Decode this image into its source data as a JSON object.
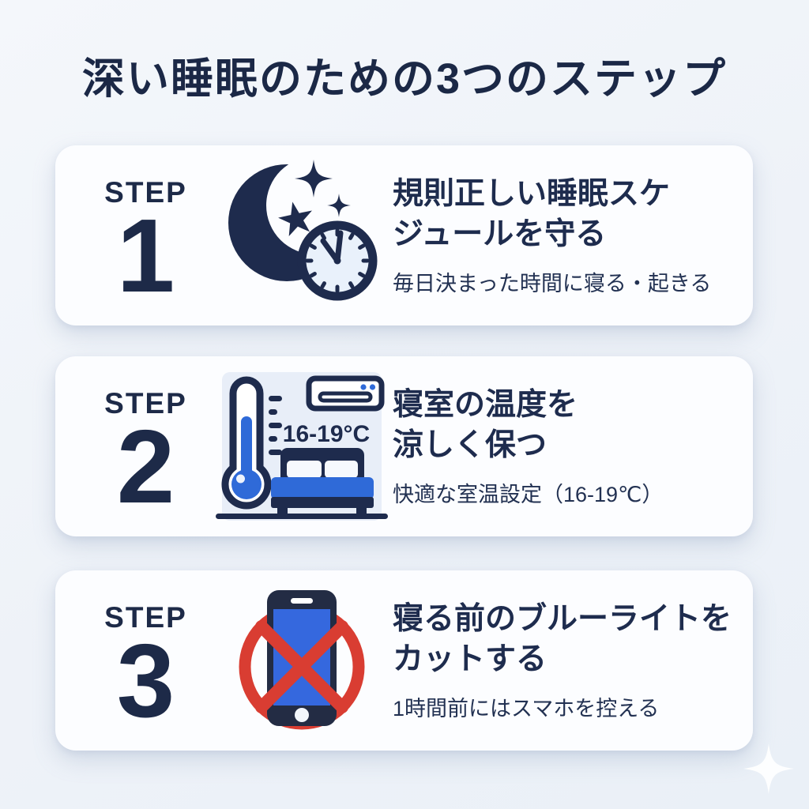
{
  "page": {
    "title": "深い睡眠のための3つのステップ",
    "colors": {
      "background": "#eef2f8",
      "card_background": "#fcfdff",
      "text_navy": "#1d2a48",
      "accent_blue": "#2f6ad8",
      "icon_panel_blue": "#e8eef8",
      "clock_face_blue": "#e9f1fb",
      "prohibition_red": "#d93d32",
      "sparkle_white": "#ffffff"
    }
  },
  "steps": [
    {
      "label": "STEP",
      "number": "1",
      "icon": "moon-stars-clock",
      "heading1": "規則正しい睡眠スケ",
      "heading2": "ジュールを守る",
      "subtitle": "毎日決まった時間に寝る・起きる"
    },
    {
      "label": "STEP",
      "number": "2",
      "icon": "bedroom-temperature",
      "icon_label": "16-19°C",
      "heading1": "寝室の温度を",
      "heading2": "涼しく保つ",
      "subtitle": "快適な室温設定（16-19℃）"
    },
    {
      "label": "STEP",
      "number": "3",
      "icon": "no-smartphone",
      "heading1": "寝る前のブルーライトを",
      "heading2": "カットする",
      "subtitle": "1時間前にはスマホを控える"
    }
  ]
}
